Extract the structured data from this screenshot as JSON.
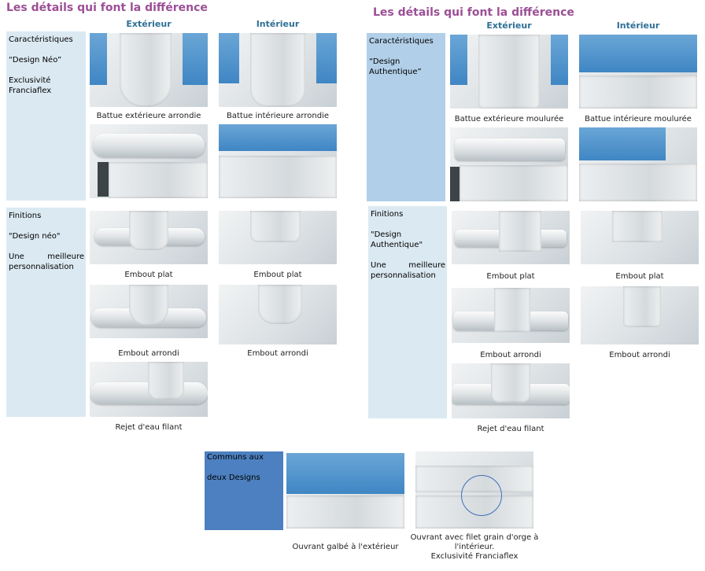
{
  "left": {
    "title": "Les détails qui font la différence",
    "col_exterior": "Extérieur",
    "col_interior": "Intérieur",
    "characteristics": {
      "heading": "Caractéristiques",
      "design": "“Design Néo”",
      "exclusive": "Exclusivité Franciaflex"
    },
    "finishes": {
      "heading": "Finitions",
      "design": "\"Design néo\"",
      "personal_line1": "Une meilleure",
      "personal_line2": "personnalisation"
    },
    "captions": {
      "ext_rounded": "Battue extérieure arrondie",
      "int_rounded": "Battue intérieure arrondie",
      "ext_flat": "Embout plat",
      "int_flat": "Embout plat",
      "ext_round_end": "Embout arrondi",
      "int_round_end": "Embout arrondi",
      "drip": "Rejet d'eau filant"
    }
  },
  "right": {
    "title": "Les détails qui font la différence",
    "col_exterior": "Extérieur",
    "col_interior": "Intérieur",
    "characteristics": {
      "heading": "Caractéristiques",
      "design": "“Design Authentique”"
    },
    "finishes": {
      "heading": "Finitions",
      "design": "\"Design Authentique\"",
      "personal_line1": "Une meilleure",
      "personal_line2": "personnalisation"
    },
    "captions": {
      "ext_molded": "Battue extérieure moulurée",
      "int_molded": "Battue intérieure moulurée",
      "ext_flat": "Embout plat",
      "int_flat": "Embout plat",
      "ext_round_end": "Embout arrondi",
      "int_round_end": "Embout arrondi",
      "drip": "Rejet d'eau filant"
    }
  },
  "common": {
    "line1": "Communs aux",
    "line2": "deux Designs",
    "cap_curved": "Ouvrant galbé à l'extérieur",
    "cap_grain_line1": "Ouvrant avec filet grain d'orge à",
    "cap_grain_line2": "l'intérieur.",
    "cap_grain_line3": "Exclusivité Franciaflex"
  }
}
